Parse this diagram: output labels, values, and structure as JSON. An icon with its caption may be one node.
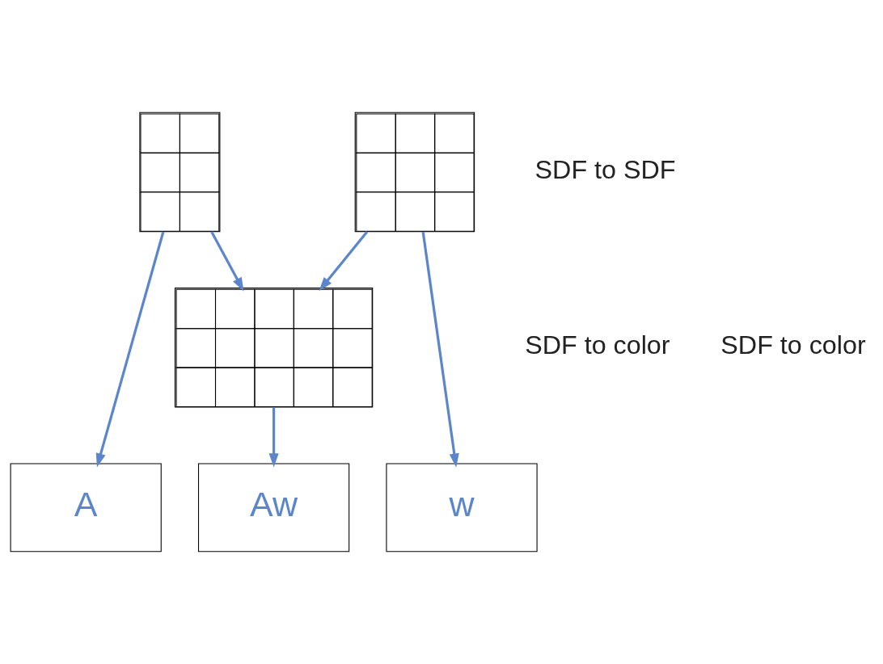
{
  "diagram": {
    "nodes": [
      {
        "text": [],
        "shape": "box"
      },
      {
        "text": [],
        "shape": "box"
      },
      {
        "text": [],
        "shape": "box"
      },
      {
        "text": [
          "A"
        ]
      },
      {
        "text": [
          "w"
        ]
      },
      {
        "text": [
          "Aw"
        ]
      }
    ],
    "edges": [
      {
        "from": 0,
        "to": 3,
        "arrow": "to"
      },
      {
        "from": 0,
        "to": 2,
        "arrow": "to"
      },
      {
        "from": 1,
        "to": 4,
        "arrow": "to"
      },
      {
        "from": 1,
        "to": 2,
        "arrow": "to"
      },
      {
        "from": 2,
        "to": 5,
        "arrow": "to"
      }
    ],
    "labels": [
      "SDF to SDF",
      "SDF to color",
      "SDF to color"
    ]
  }
}
